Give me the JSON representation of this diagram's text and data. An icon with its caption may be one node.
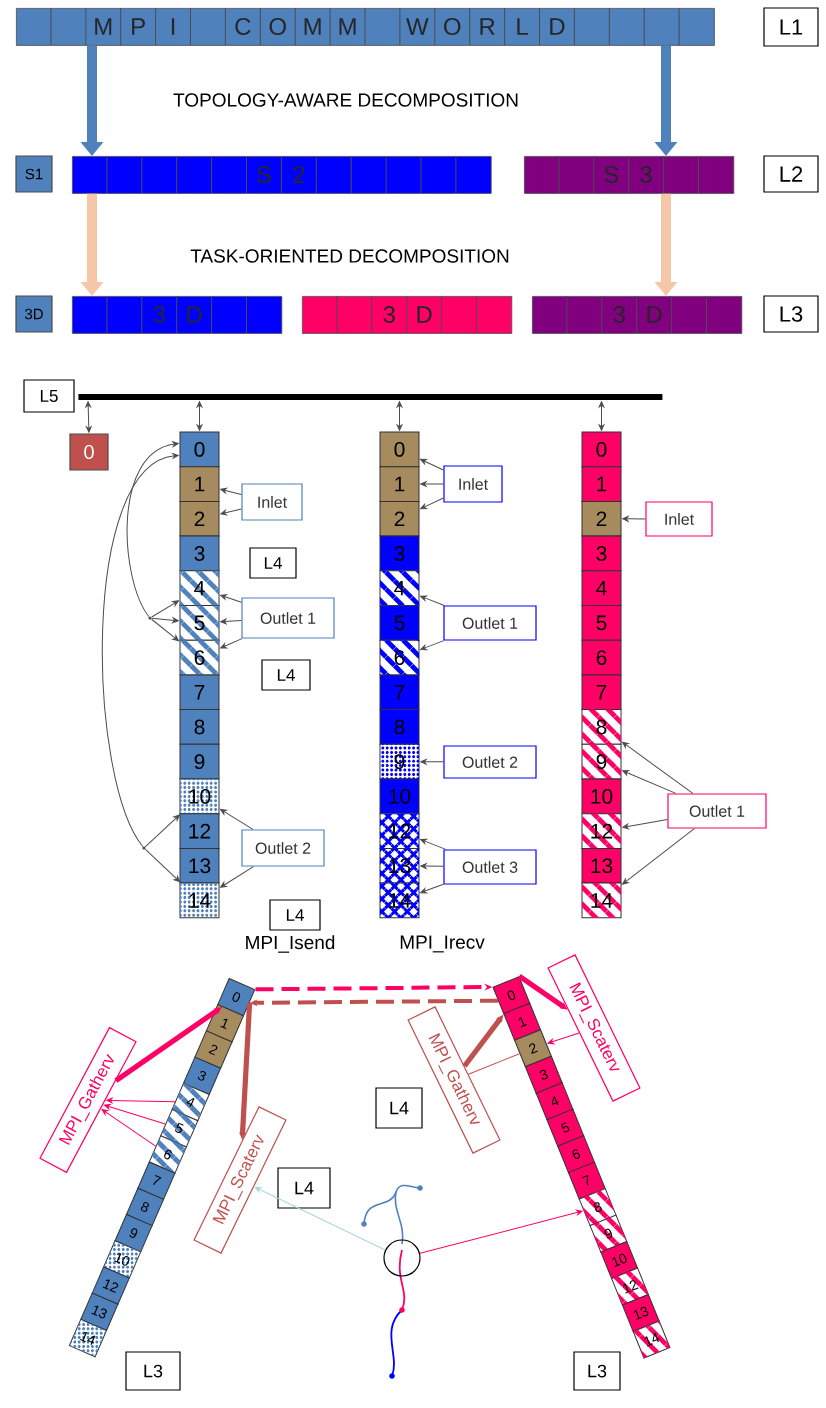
{
  "diagram": {
    "nodes": [
      {
        "text": [
          "M",
          "P",
          "I",
          "C",
          "O",
          "M",
          "M",
          "W",
          "O",
          "R",
          "L",
          "D"
        ]
      },
      {
        "text": [
          "L1"
        ]
      },
      {
        "text": [
          "S1"
        ]
      },
      {
        "text": [
          "S",
          "2"
        ]
      },
      {
        "text": [
          "S",
          "3"
        ]
      },
      {
        "text": [
          "L2"
        ]
      },
      {
        "text": [
          "3D"
        ]
      },
      {
        "text": [
          "3",
          "D"
        ]
      },
      {
        "text": [
          "3",
          "D"
        ]
      },
      {
        "text": [
          "3",
          "D"
        ]
      },
      {
        "text": [
          "L3"
        ]
      },
      {
        "text": [
          "L5"
        ]
      },
      {
        "text": [],
        "shape": "bar"
      },
      {
        "text": [
          "0"
        ]
      },
      {
        "text": [
          "0"
        ]
      },
      {
        "text": [
          "1"
        ]
      },
      {
        "text": [
          "2"
        ]
      },
      {
        "text": [
          "3"
        ]
      },
      {
        "text": [
          "4"
        ]
      },
      {
        "text": [
          "5"
        ]
      },
      {
        "text": [
          "6"
        ]
      },
      {
        "text": [
          "7"
        ]
      },
      {
        "text": [
          "8"
        ]
      },
      {
        "text": [
          "9"
        ]
      },
      {
        "text": [
          "10"
        ]
      },
      {
        "text": [
          "12"
        ]
      },
      {
        "text": [
          "13"
        ]
      },
      {
        "text": [
          "14"
        ]
      },
      {
        "text": [
          "0"
        ]
      },
      {
        "text": [
          "1"
        ]
      },
      {
        "text": [
          "2"
        ]
      },
      {
        "text": [
          "3"
        ]
      },
      {
        "text": [
          "4"
        ]
      },
      {
        "text": [
          "5"
        ]
      },
      {
        "text": [
          "6"
        ]
      },
      {
        "text": [
          "7"
        ]
      },
      {
        "text": [
          "8"
        ]
      },
      {
        "text": [
          "9"
        ]
      },
      {
        "text": [
          "10"
        ]
      },
      {
        "text": [
          "12"
        ]
      },
      {
        "text": [
          "13"
        ]
      },
      {
        "text": [
          "14"
        ]
      },
      {
        "text": [
          "0"
        ]
      },
      {
        "text": [
          "1"
        ]
      },
      {
        "text": [
          "2"
        ]
      },
      {
        "text": [
          "3"
        ]
      },
      {
        "text": [
          "4"
        ]
      },
      {
        "text": [
          "5"
        ]
      },
      {
        "text": [
          "6"
        ]
      },
      {
        "text": [
          "7"
        ]
      },
      {
        "text": [
          "8"
        ]
      },
      {
        "text": [
          "9"
        ]
      },
      {
        "text": [
          "10"
        ]
      },
      {
        "text": [
          "12"
        ]
      },
      {
        "text": [
          "13"
        ]
      },
      {
        "text": [
          "14"
        ]
      },
      {
        "text": [
          "Inlet"
        ]
      },
      {
        "text": [
          "L4"
        ]
      },
      {
        "text": [
          "Outlet 1"
        ]
      },
      {
        "text": [
          "L4"
        ]
      },
      {
        "text": [
          "Outlet 2"
        ]
      },
      {
        "text": [
          "L4"
        ]
      },
      {
        "text": [
          "Inlet"
        ]
      },
      {
        "text": [
          "Outlet 1"
        ]
      },
      {
        "text": [
          "Outlet 2"
        ]
      },
      {
        "text": [
          "Outlet 3"
        ]
      },
      {
        "text": [
          "Inlet"
        ]
      },
      {
        "text": [
          "Outlet 1"
        ]
      },
      {
        "text": [
          "MPI_Gatherv"
        ]
      },
      {
        "text": [
          "MPI_Scaterv"
        ]
      },
      {
        "text": [
          "MPI_Gatherv"
        ]
      },
      {
        "text": [
          "MPI_Scaterv"
        ]
      },
      {
        "text": [
          "L4"
        ]
      },
      {
        "text": [
          "L4"
        ]
      },
      {
        "text": [
          "0"
        ]
      },
      {
        "text": [
          "1"
        ]
      },
      {
        "text": [
          "2"
        ]
      },
      {
        "text": [
          "3"
        ]
      },
      {
        "text": [
          "4"
        ]
      },
      {
        "text": [
          "5"
        ]
      },
      {
        "text": [
          "6"
        ]
      },
      {
        "text": [
          "7"
        ]
      },
      {
        "text": [
          "8"
        ]
      },
      {
        "text": [
          "9"
        ]
      },
      {
        "text": [
          "10"
        ]
      },
      {
        "text": [
          "12"
        ]
      },
      {
        "text": [
          "13"
        ]
      },
      {
        "text": [
          "14"
        ]
      },
      {
        "text": [
          "0"
        ]
      },
      {
        "text": [
          "1"
        ]
      },
      {
        "text": [
          "2"
        ]
      },
      {
        "text": [
          "3"
        ]
      },
      {
        "text": [
          "4"
        ]
      },
      {
        "text": [
          "5"
        ]
      },
      {
        "text": [
          "6"
        ]
      },
      {
        "text": [
          "7"
        ]
      },
      {
        "text": [
          "8"
        ]
      },
      {
        "text": [
          "9"
        ]
      },
      {
        "text": [
          "10"
        ]
      },
      {
        "text": [
          "12"
        ]
      },
      {
        "text": [
          "13"
        ]
      },
      {
        "text": [
          "14"
        ]
      },
      {
        "text": [
          "L3"
        ]
      },
      {
        "text": [
          "L3"
        ]
      },
      {
        "text": [],
        "shape": "picture"
      },
      {
        "text": [],
        "shape": "dot"
      },
      {
        "text": [],
        "shape": "dot"
      }
    ],
    "edges": [
      {
        "from": 0,
        "to": 3,
        "arrow": "to",
        "style": "thick",
        "color": "#4f81bd"
      },
      {
        "from": 0,
        "to": 4,
        "arrow": "to",
        "style": "thick",
        "color": "#4f81bd"
      },
      {
        "from": 3,
        "to": 7,
        "arrow": "to",
        "style": "thick",
        "color": "#f4c7a8"
      },
      {
        "from": 4,
        "to": 9,
        "arrow": "to",
        "style": "thick",
        "color": "#f4c7a8"
      },
      {
        "from": 12,
        "to": 13,
        "arrow": "both"
      },
      {
        "from": 12,
        "to": 14,
        "arrow": "both"
      },
      {
        "from": 12,
        "to": 28,
        "arrow": "both"
      },
      {
        "from": 12,
        "to": 42,
        "arrow": "both"
      },
      {
        "from": 105,
        "to": 14,
        "arrow": "to"
      },
      {
        "from": 105,
        "to": 18,
        "arrow": "to"
      },
      {
        "from": 105,
        "to": 19,
        "arrow": "to"
      },
      {
        "from": 105,
        "to": 20,
        "arrow": "to"
      },
      {
        "from": 106,
        "to": 14,
        "arrow": "to"
      },
      {
        "from": 56,
        "to": 15,
        "arrow": "to"
      },
      {
        "from": 56,
        "to": 16,
        "arrow": "to"
      },
      {
        "from": 58,
        "to": 18,
        "arrow": "to"
      },
      {
        "from": 58,
        "to": 19,
        "arrow": "to"
      },
      {
        "from": 58,
        "to": 20,
        "arrow": "to"
      },
      {
        "from": 60,
        "to": 24,
        "arrow": "to"
      },
      {
        "from": 60,
        "to": 27,
        "arrow": "to"
      },
      {
        "from": 62,
        "to": 28,
        "arrow": "to"
      },
      {
        "from": 62,
        "to": 29,
        "arrow": "to"
      },
      {
        "from": 62,
        "to": 30,
        "arrow": "to"
      },
      {
        "from": 63,
        "to": 32,
        "arrow": "to"
      },
      {
        "from": 63,
        "to": 34,
        "arrow": "to"
      },
      {
        "from": 64,
        "to": 37,
        "arrow": "to"
      },
      {
        "from": 65,
        "to": 39,
        "arrow": "to"
      },
      {
        "from": 65,
        "to": 40,
        "arrow": "to"
      },
      {
        "from": 65,
        "to": 41,
        "arrow": "to"
      },
      {
        "from": 66,
        "to": 44,
        "arrow": "to"
      },
      {
        "from": 67,
        "to": 50,
        "arrow": "to"
      },
      {
        "from": 67,
        "to": 51,
        "arrow": "to"
      },
      {
        "from": 67,
        "to": 53,
        "arrow": "to"
      },
      {
        "from": 67,
        "to": 55,
        "arrow": "to"
      },
      {
        "from": 68,
        "to": 74,
        "arrow": "to",
        "style": "thick",
        "color": "#ff0066"
      },
      {
        "from": 78,
        "to": 68,
        "arrow": "to",
        "color": "#ff0066"
      },
      {
        "from": 79,
        "to": 68,
        "arrow": "to",
        "color": "#ff0066"
      },
      {
        "from": 80,
        "to": 68,
        "arrow": "to",
        "color": "#ff0066"
      },
      {
        "from": 74,
        "to": 69,
        "arrow": "to",
        "style": "thick",
        "color": "#c0504d"
      },
      {
        "from": 74,
        "to": 88,
        "arrow": "to",
        "style": "dashed",
        "color": "#ff0066"
      },
      {
        "from": 88,
        "to": 74,
        "arrow": "to",
        "style": "dashed",
        "color": "#c0504d"
      },
      {
        "from": 88,
        "to": 71,
        "arrow": "to",
        "style": "thick",
        "color": "#ff0066"
      },
      {
        "from": 71,
        "to": 90,
        "arrow": "to",
        "color": "#ff0066"
      },
      {
        "from": 70,
        "to": 88,
        "arrow": "to",
        "style": "thick",
        "color": "#c0504d"
      },
      {
        "from": 90,
        "to": 70,
        "arrow": "none",
        "color": "#c0504d"
      },
      {
        "from": 104,
        "to": 69,
        "arrow": "to",
        "color": "#a8d8dc"
      },
      {
        "from": 104,
        "to": 96,
        "arrow": "to",
        "color": "#ff0066"
      },
      {
        "from": 106,
        "to": 24,
        "arrow": "to"
      },
      {
        "from": 106,
        "to": 27,
        "arrow": "to"
      }
    ],
    "labels": [
      "TOPOLOGY-AWARE DECOMPOSITION",
      "TASK-ORIENTED DECOMPOSITION",
      "MPI_Isend",
      "MPI_Irecv"
    ]
  }
}
